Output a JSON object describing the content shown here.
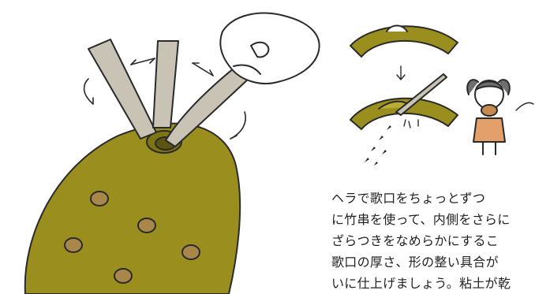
{
  "illustration": {
    "colors": {
      "clay": "#9a8f1e",
      "clay_dark": "#7e7414",
      "clay_light": "#b9ad36",
      "stick": "#c9c3b6",
      "hole": "#a9864a",
      "outline": "#2a2a2a",
      "hair": "#6e6e6e",
      "body": "#e4a06a",
      "body_dark": "#c98a52"
    },
    "icons": [
      "spatula-tool",
      "hand",
      "bamboo-skewer",
      "girl-figure"
    ]
  },
  "text": {
    "lines": [
      "ヘラで歌口をちょっとずつ",
      "に竹串を使って、内側をさらに",
      "ざらつきをなめらかにするこ",
      "歌口の厚さ、形の整い具合が",
      "いに仕上げましょう。粘土が乾"
    ]
  }
}
